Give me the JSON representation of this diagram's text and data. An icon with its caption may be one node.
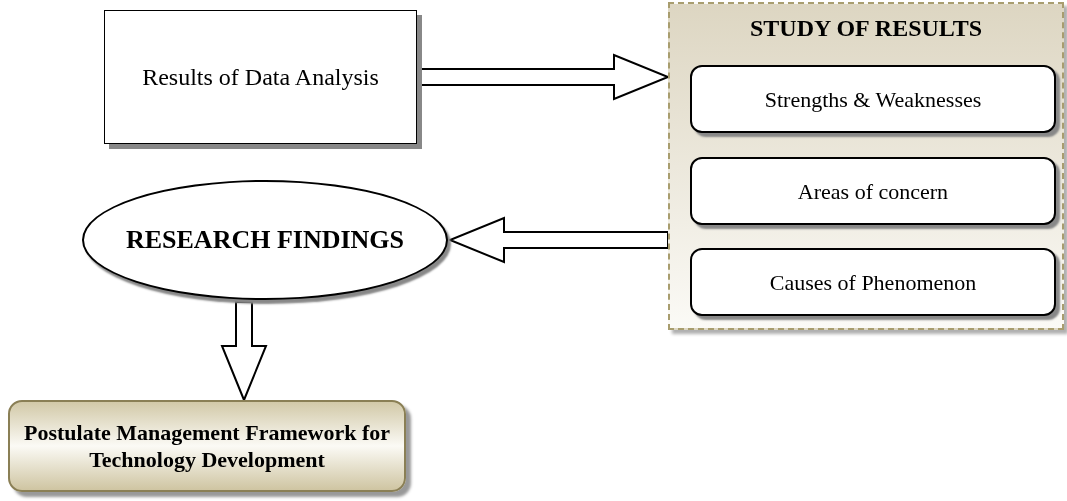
{
  "diagram": {
    "nodes": [
      {
        "text": [
          "Results of Data Analysis"
        ]
      },
      {
        "text": [
          "STUDY OF RESULTS"
        ]
      },
      {
        "text": [
          "Strengths & Weaknesses"
        ],
        "in": 1
      },
      {
        "text": [
          "Areas of concern"
        ],
        "in": 1
      },
      {
        "text": [
          "Causes of Phenomenon"
        ],
        "in": 1
      },
      {
        "text": [
          "RESEARCH FINDINGS"
        ]
      },
      {
        "text": [
          "Postulate Management Framework for Technology Development"
        ]
      }
    ],
    "edges": [
      {
        "from": 0,
        "to": 1,
        "arrow": "to"
      },
      {
        "from": 1,
        "to": 5,
        "arrow": "to"
      },
      {
        "from": 5,
        "to": 6,
        "arrow": "to"
      }
    ]
  }
}
